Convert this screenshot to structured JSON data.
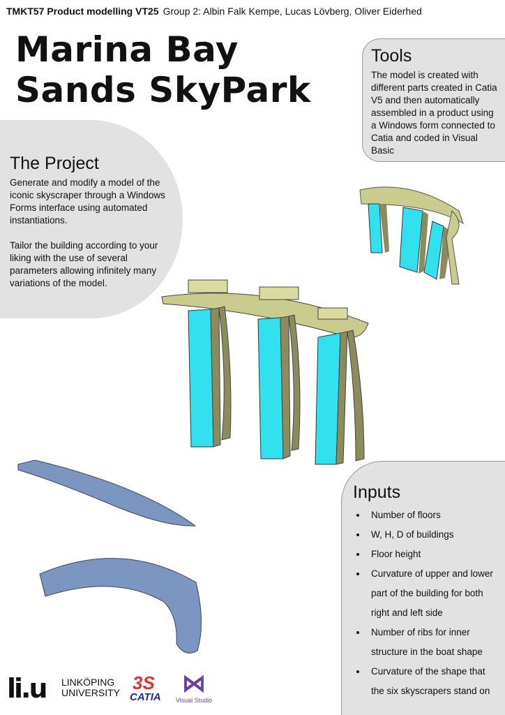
{
  "header": {
    "course": "TMKT57 Product modelling VT25",
    "group": "Group 2: Albin Falk Kempe, Lucas Lövberg, Oliver Eiderhed"
  },
  "title": {
    "line1": "Marina Bay",
    "line2": "Sands SkyPark"
  },
  "project": {
    "heading": "The Project",
    "p1": "Generate and modify a model of the iconic skyscraper through a Windows Forms interface using automated instantiations.",
    "p2": "Tailor the building according to your liking with the use of several parameters allowing infinitely many variations of the model."
  },
  "tools": {
    "heading": "Tools",
    "text": "The model is created with different parts created in Catia V5 and then automatically assembled in a product using a Windows form connected to Catia and coded in Visual Basic"
  },
  "inputs": {
    "heading": "Inputs",
    "items": [
      "Number of floors",
      "W, H, D of buildings",
      "Floor height",
      "Curvature of upper and lower part of the building for both right and left side",
      "Number of ribs for inner structure in the boat shape",
      "Curvature of the shape that the six skyscrapers stand on"
    ]
  },
  "logos": {
    "liu": "LINKÖPING UNIVERSITY",
    "catia": "CATIA",
    "vs": "Visual Studio"
  },
  "colors": {
    "panel": "#e2e2e2",
    "glass": "#33e0ee",
    "structure": "#c9cc8e",
    "part": "#7b96c0"
  }
}
